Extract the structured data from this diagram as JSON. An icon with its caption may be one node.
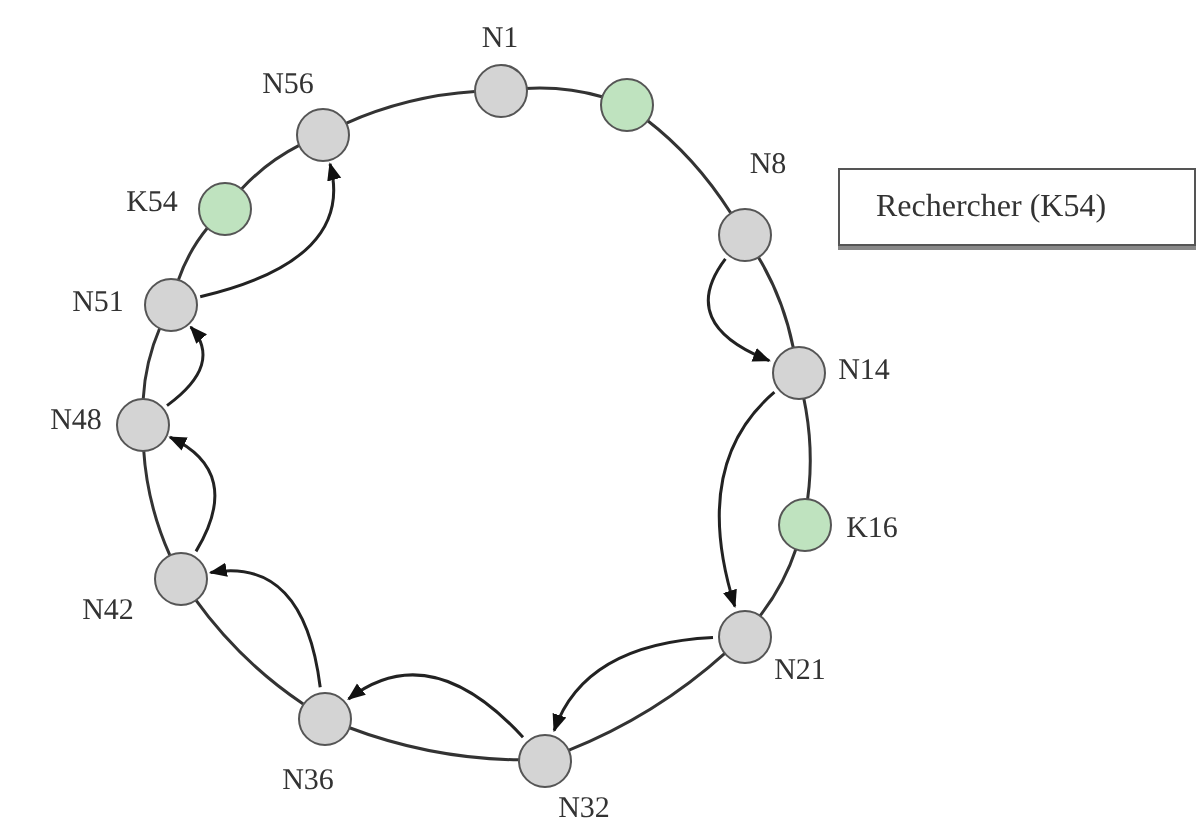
{
  "diagram": {
    "nodes": [
      {
        "text": [
          "N1"
        ]
      },
      {
        "text": [],
        "shape": "circle"
      },
      {
        "text": [
          "N8"
        ]
      },
      {
        "text": [
          "N14"
        ]
      },
      {
        "text": [
          "K16"
        ]
      },
      {
        "text": [
          "N21"
        ]
      },
      {
        "text": [
          "N32"
        ]
      },
      {
        "text": [
          "N36"
        ]
      },
      {
        "text": [
          "N42"
        ]
      },
      {
        "text": [
          "N48"
        ]
      },
      {
        "text": [
          "N51"
        ]
      },
      {
        "text": [
          "K54"
        ]
      },
      {
        "text": [
          "N56"
        ]
      },
      {
        "text": [
          "Rechercher (K54)"
        ]
      }
    ],
    "edges": [
      {
        "from": 0,
        "to": 1,
        "arrow": "none"
      },
      {
        "from": 1,
        "to": 2,
        "arrow": "none"
      },
      {
        "from": 2,
        "to": 3,
        "arrow": "none"
      },
      {
        "from": 3,
        "to": 4,
        "arrow": "none"
      },
      {
        "from": 4,
        "to": 5,
        "arrow": "none"
      },
      {
        "from": 5,
        "to": 6,
        "arrow": "none"
      },
      {
        "from": 6,
        "to": 7,
        "arrow": "none"
      },
      {
        "from": 7,
        "to": 8,
        "arrow": "none"
      },
      {
        "from": 8,
        "to": 9,
        "arrow": "none"
      },
      {
        "from": 9,
        "to": 10,
        "arrow": "none"
      },
      {
        "from": 10,
        "to": 11,
        "arrow": "none"
      },
      {
        "from": 11,
        "to": 12,
        "arrow": "none"
      },
      {
        "from": 12,
        "to": 0,
        "arrow": "none"
      },
      {
        "from": 2,
        "to": 3,
        "arrow": "to"
      },
      {
        "from": 3,
        "to": 5,
        "arrow": "to"
      },
      {
        "from": 5,
        "to": 6,
        "arrow": "to"
      },
      {
        "from": 6,
        "to": 7,
        "arrow": "to"
      },
      {
        "from": 7,
        "to": 8,
        "arrow": "to"
      },
      {
        "from": 8,
        "to": 9,
        "arrow": "to"
      },
      {
        "from": 9,
        "to": 10,
        "arrow": "to"
      },
      {
        "from": 10,
        "to": 12,
        "arrow": "to"
      }
    ]
  }
}
